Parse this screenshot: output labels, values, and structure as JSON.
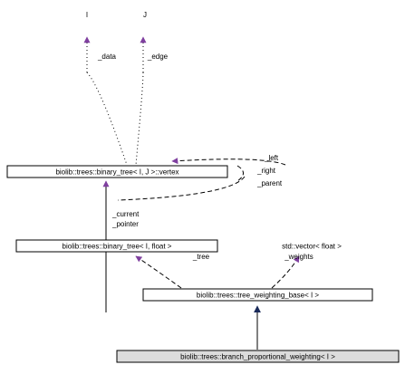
{
  "diagram": {
    "colors": {
      "stroke": "#000000",
      "text": "#000000",
      "background": "#ffffff",
      "highlight_fill": "#dcdcdc",
      "arrow_purple": "#7f3f9f",
      "arrow_dark_blue": "#1a2a5a",
      "arrow_light_blue": "#a0a8d8",
      "arrow_pink": "#d8a0c8"
    },
    "nodes": {
      "template_i": "I",
      "template_j": "J",
      "vertex": "biolib::trees::binary_tree< I, J >::vertex",
      "binary_tree": "biolib::trees::binary_tree< I, float >",
      "vector": "std::vector< float >",
      "weighting_base": "biolib::trees::tree_weighting_base< I >",
      "proportional_weighting": "biolib::trees::branch_proportional_weighting< I >"
    },
    "edge_labels": {
      "data": "_data",
      "edge": "_edge",
      "left": "_left",
      "right": "_right",
      "parent": "_parent",
      "current": "_current",
      "pointer": "_pointer",
      "tree": "_tree",
      "weights": "_weights"
    }
  }
}
